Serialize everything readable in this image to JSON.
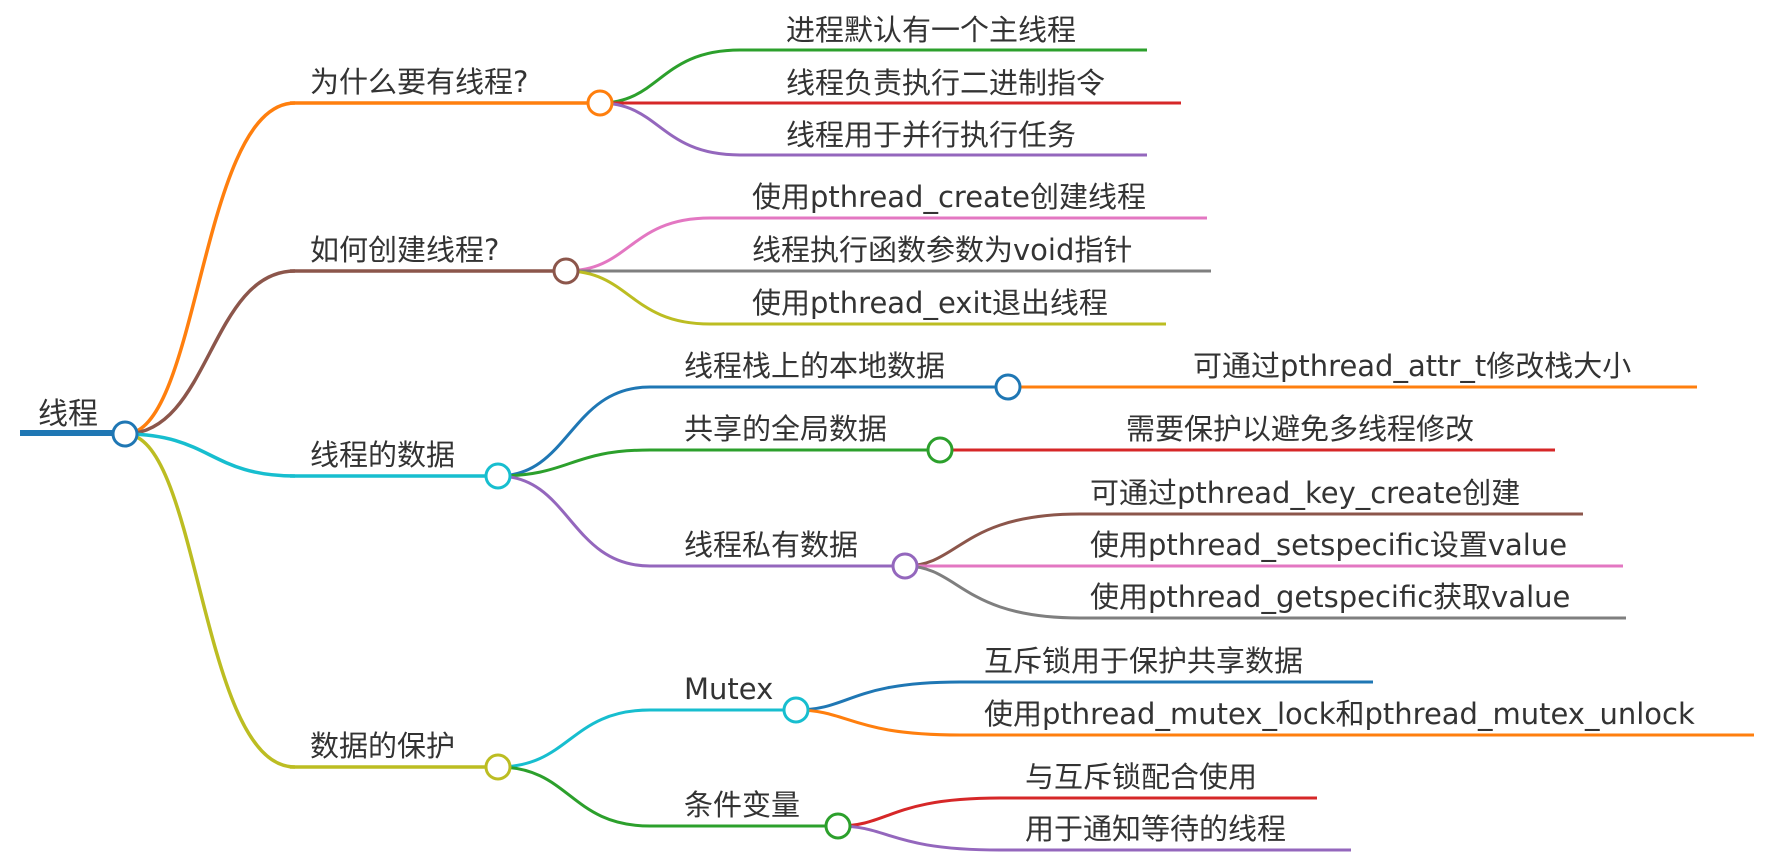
{
  "mindmap": {
    "root": {
      "label": "线程",
      "color": "#1f77b4"
    },
    "branches": [
      {
        "label": "为什么要有线程?",
        "color": "#ff7f0e",
        "children": [
          {
            "label": "进程默认有一个主线程",
            "color": "#2ca02c"
          },
          {
            "label": "线程负责执行二进制指令",
            "color": "#d62728"
          },
          {
            "label": "线程用于并行执行任务",
            "color": "#9467bd"
          }
        ]
      },
      {
        "label": "如何创建线程?",
        "color": "#8c564b",
        "children": [
          {
            "label": "使用pthread_create创建线程",
            "color": "#e377c2"
          },
          {
            "label": "线程执行函数参数为void指针",
            "color": "#7f7f7f"
          },
          {
            "label": "使用pthread_exit退出线程",
            "color": "#bcbd22"
          }
        ]
      },
      {
        "label": "线程的数据",
        "color": "#17becf",
        "children": [
          {
            "label": "线程栈上的本地数据",
            "color": "#1f77b4",
            "children": [
              {
                "label": "可通过pthread_attr_t修改栈大小",
                "color": "#ff7f0e"
              }
            ]
          },
          {
            "label": "共享的全局数据",
            "color": "#2ca02c",
            "children": [
              {
                "label": "需要保护以避免多线程修改",
                "color": "#d62728"
              }
            ]
          },
          {
            "label": "线程私有数据",
            "color": "#9467bd",
            "children": [
              {
                "label": "可通过pthread_key_create创建",
                "color": "#8c564b"
              },
              {
                "label": "使用pthread_setspecific设置value",
                "color": "#e377c2"
              },
              {
                "label": "使用pthread_getspecific获取value",
                "color": "#7f7f7f"
              }
            ]
          }
        ]
      },
      {
        "label": "数据的保护",
        "color": "#bcbd22",
        "children": [
          {
            "label": "Mutex",
            "color": "#17becf",
            "children": [
              {
                "label": "互斥锁用于保护共享数据",
                "color": "#1f77b4"
              },
              {
                "label": "使用pthread_mutex_lock和pthread_mutex_unlock",
                "color": "#ff7f0e"
              }
            ]
          },
          {
            "label": "条件变量",
            "color": "#2ca02c",
            "children": [
              {
                "label": "与互斥锁配合使用",
                "color": "#d62728"
              },
              {
                "label": "用于通知等待的线程",
                "color": "#9467bd"
              }
            ]
          }
        ]
      }
    ]
  }
}
